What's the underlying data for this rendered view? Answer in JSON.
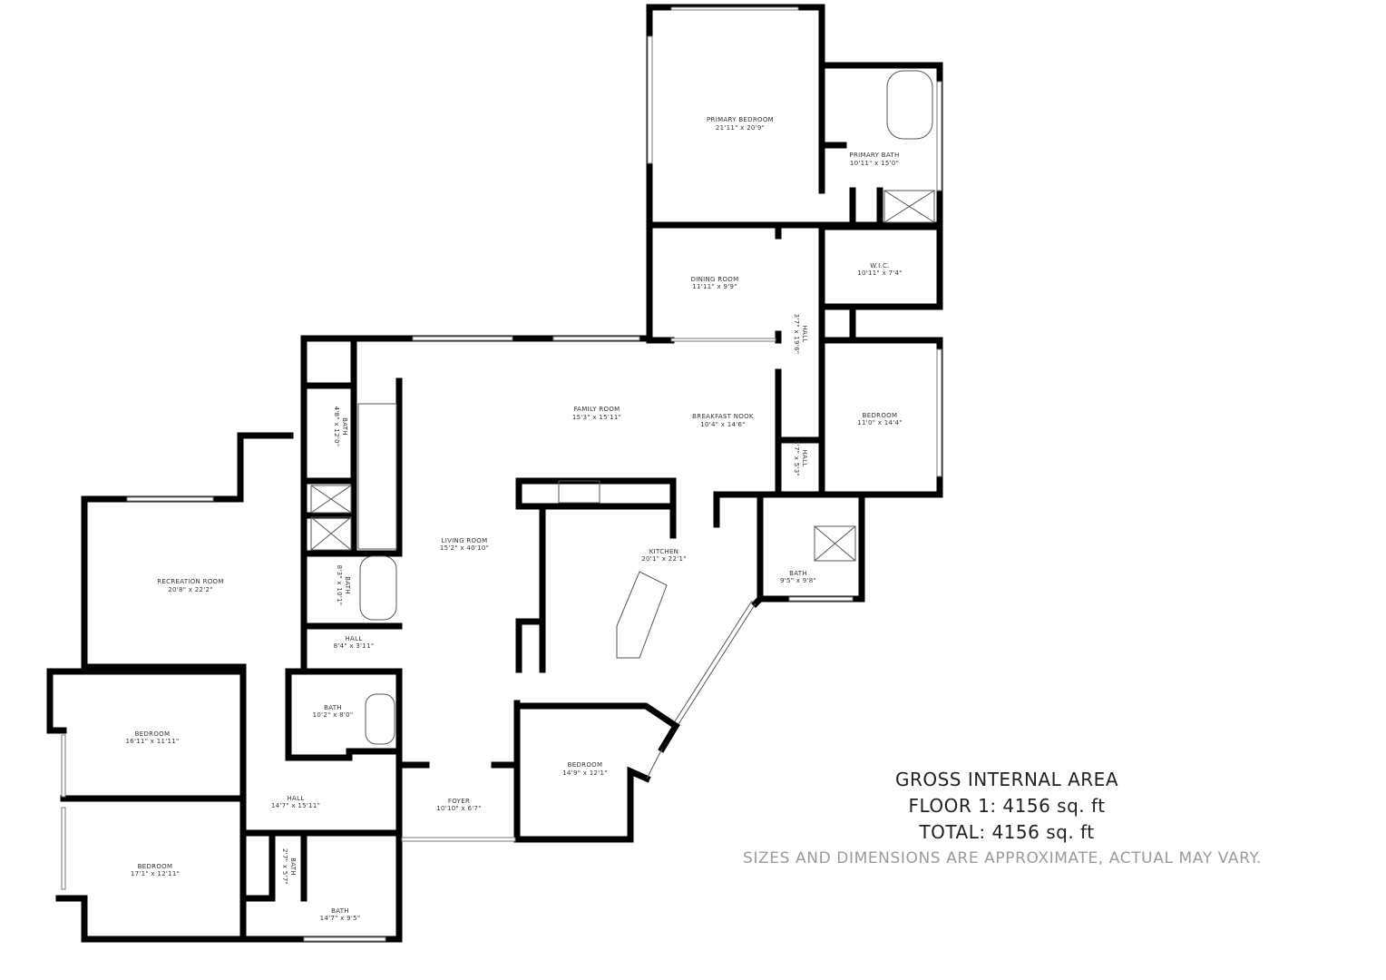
{
  "rooms": {
    "primary_bedroom": {
      "name": "PRIMARY BEDROOM",
      "dims": "21'11\" x 20'9\""
    },
    "primary_bath": {
      "name": "PRIMARY BATH",
      "dims": "10'11\" x 15'0\""
    },
    "wic": {
      "name": "W.I.C.",
      "dims": "10'11\" x 7'4\""
    },
    "dining_room": {
      "name": "DINING ROOM",
      "dims": "11'11\" x 9'9\""
    },
    "hall_a": {
      "name": "HALL",
      "dims": "3'7\" x 19'6\""
    },
    "bedroom_east": {
      "name": "BEDROOM",
      "dims": "11'0\" x 14'4\""
    },
    "family_room": {
      "name": "FAMILY ROOM",
      "dims": "15'3\" x 15'11\""
    },
    "breakfast_nook": {
      "name": "BREAKFAST NOOK",
      "dims": "10'4\" x 14'6\""
    },
    "hall_b": {
      "name": "HALL",
      "dims": "3'7\" x 5'3\""
    },
    "bath_east": {
      "name": "BATH",
      "dims": "9'5\" x 9'8\""
    },
    "kitchen": {
      "name": "KITCHEN",
      "dims": "20'1\" x 22'1\""
    },
    "living_room": {
      "name": "LIVING ROOM",
      "dims": "15'2\" x 40'10\""
    },
    "bath_a": {
      "name": "BATH",
      "dims": "4'8\" x 12'0\""
    },
    "bath_b": {
      "name": "BATH",
      "dims": "8'3\" x 10'1\""
    },
    "recreation_room": {
      "name": "RECREATION ROOM",
      "dims": "20'8\" x 22'2\""
    },
    "hall_c": {
      "name": "HALL",
      "dims": "8'4\" x 3'11\""
    },
    "bath_c": {
      "name": "BATH",
      "dims": "10'2\" x 8'0\""
    },
    "bedroom_west": {
      "name": "BEDROOM",
      "dims": "16'11\" x 11'11\""
    },
    "hall_d": {
      "name": "HALL",
      "dims": "14'7\" x 15'11\""
    },
    "foyer": {
      "name": "FOYER",
      "dims": "10'10\" x 6'7\""
    },
    "bedroom_south": {
      "name": "BEDROOM",
      "dims": "14'9\" x 12'1\""
    },
    "bedroom_sw": {
      "name": "BEDROOM",
      "dims": "17'1\" x 12'11\""
    },
    "bath_d": {
      "name": "BATH",
      "dims": "2'7\" x 5'7\""
    },
    "bath_e": {
      "name": "BATH",
      "dims": "14'7\" x 9'5\""
    }
  },
  "summary": {
    "title": "GROSS INTERNAL AREA",
    "floor1": "FLOOR 1: 4156 sq. ft",
    "total": "TOTAL: 4156 sq. ft",
    "disclaimer": "SIZES AND DIMENSIONS ARE APPROXIMATE, ACTUAL MAY VARY."
  },
  "colors": {
    "wall": "#000000",
    "text": "#333333",
    "disclaimer": "#9a9a9a"
  }
}
